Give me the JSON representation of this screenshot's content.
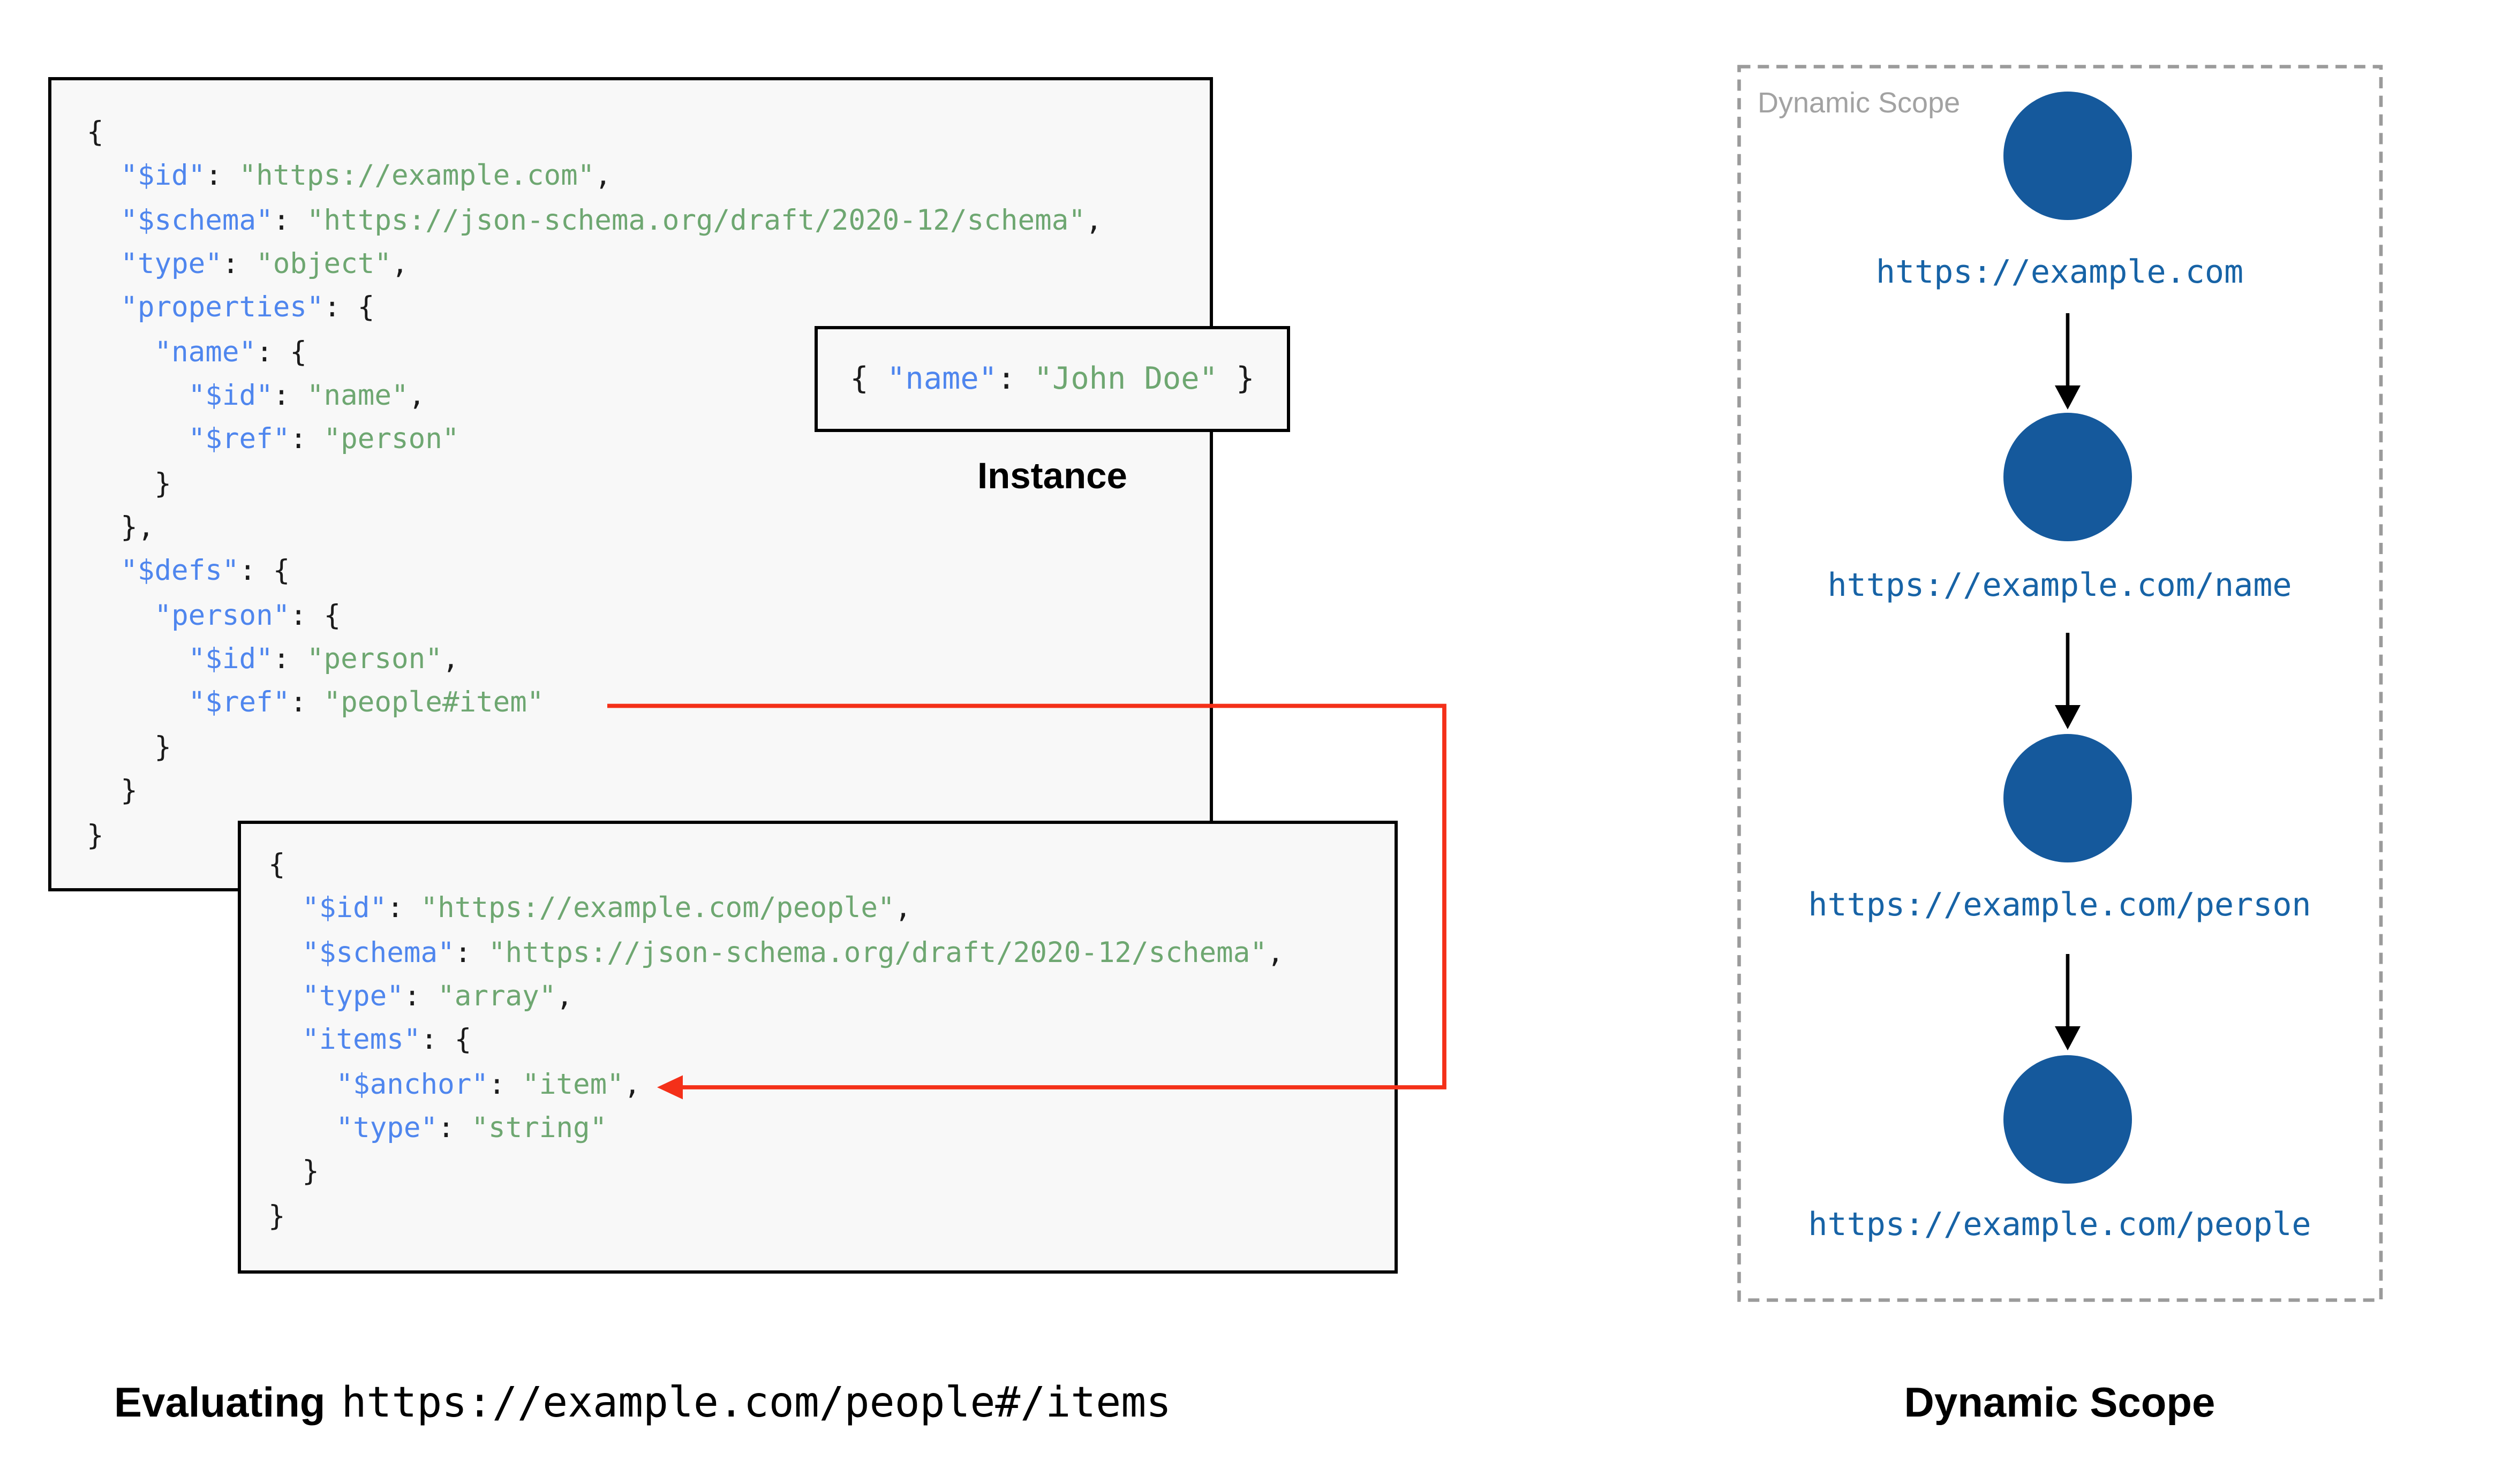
{
  "palette": {
    "key_blue": "#4f86ee",
    "string_green": "#6ea771",
    "code_black": "#1b1b1b",
    "arrow_red": "#f43019",
    "node_blue": "#15599c",
    "url_blue": "#1763a6",
    "panel_dash_gray": "#9b9b9b",
    "panel_label_gray": "#a2a2a2",
    "box_bg": "#f8f8f8",
    "border_black": "#000000"
  },
  "schema1": {
    "lines": [
      [
        [
          "p",
          "{"
        ]
      ],
      [
        [
          "p",
          "  "
        ],
        [
          "k",
          "\"$id\""
        ],
        [
          "p",
          ": "
        ],
        [
          "s",
          "\"https://example.com\""
        ],
        [
          "p",
          ","
        ]
      ],
      [
        [
          "p",
          "  "
        ],
        [
          "k",
          "\"$schema\""
        ],
        [
          "p",
          ": "
        ],
        [
          "s",
          "\"https://json-schema.org/draft/2020-12/schema\""
        ],
        [
          "p",
          ","
        ]
      ],
      [
        [
          "p",
          "  "
        ],
        [
          "k",
          "\"type\""
        ],
        [
          "p",
          ": "
        ],
        [
          "s",
          "\"object\""
        ],
        [
          "p",
          ","
        ]
      ],
      [
        [
          "p",
          "  "
        ],
        [
          "k",
          "\"properties\""
        ],
        [
          "p",
          ": {"
        ]
      ],
      [
        [
          "p",
          "    "
        ],
        [
          "k",
          "\"name\""
        ],
        [
          "p",
          ": {"
        ]
      ],
      [
        [
          "p",
          "      "
        ],
        [
          "k",
          "\"$id\""
        ],
        [
          "p",
          ": "
        ],
        [
          "s",
          "\"name\""
        ],
        [
          "p",
          ","
        ]
      ],
      [
        [
          "p",
          "      "
        ],
        [
          "k",
          "\"$ref\""
        ],
        [
          "p",
          ": "
        ],
        [
          "s",
          "\"person\""
        ]
      ],
      [
        [
          "p",
          "    }"
        ]
      ],
      [
        [
          "p",
          "  },"
        ]
      ],
      [
        [
          "p",
          "  "
        ],
        [
          "k",
          "\"$defs\""
        ],
        [
          "p",
          ": {"
        ]
      ],
      [
        [
          "p",
          "    "
        ],
        [
          "k",
          "\"person\""
        ],
        [
          "p",
          ": {"
        ]
      ],
      [
        [
          "p",
          "      "
        ],
        [
          "k",
          "\"$id\""
        ],
        [
          "p",
          ": "
        ],
        [
          "s",
          "\"person\""
        ],
        [
          "p",
          ","
        ]
      ],
      [
        [
          "p",
          "      "
        ],
        [
          "k",
          "\"$ref\""
        ],
        [
          "p",
          ": "
        ],
        [
          "s",
          "\"people#item\""
        ]
      ],
      [
        [
          "p",
          "    }"
        ]
      ],
      [
        [
          "p",
          "  }"
        ]
      ],
      [
        [
          "p",
          "}"
        ]
      ]
    ]
  },
  "schema2": {
    "lines": [
      [
        [
          "p",
          "{"
        ]
      ],
      [
        [
          "p",
          "  "
        ],
        [
          "k",
          "\"$id\""
        ],
        [
          "p",
          ": "
        ],
        [
          "s",
          "\"https://example.com/people\""
        ],
        [
          "p",
          ","
        ]
      ],
      [
        [
          "p",
          "  "
        ],
        [
          "k",
          "\"$schema\""
        ],
        [
          "p",
          ": "
        ],
        [
          "s",
          "\"https://json-schema.org/draft/2020-12/schema\""
        ],
        [
          "p",
          ","
        ]
      ],
      [
        [
          "p",
          "  "
        ],
        [
          "k",
          "\"type\""
        ],
        [
          "p",
          ": "
        ],
        [
          "s",
          "\"array\""
        ],
        [
          "p",
          ","
        ]
      ],
      [
        [
          "p",
          "  "
        ],
        [
          "k",
          "\"items\""
        ],
        [
          "p",
          ": {"
        ]
      ],
      [
        [
          "p",
          "    "
        ],
        [
          "k",
          "\"$anchor\""
        ],
        [
          "p",
          ": "
        ],
        [
          "s",
          "\"item\""
        ],
        [
          "p",
          ","
        ]
      ],
      [
        [
          "p",
          "    "
        ],
        [
          "k",
          "\"type\""
        ],
        [
          "p",
          ": "
        ],
        [
          "s",
          "\"string\""
        ]
      ],
      [
        [
          "p",
          "  }"
        ]
      ],
      [
        [
          "p",
          "}"
        ]
      ]
    ]
  },
  "instance": {
    "label": "Instance",
    "lines": [
      [
        [
          "p",
          "{ "
        ],
        [
          "k",
          "\"name\""
        ],
        [
          "p",
          ": "
        ],
        [
          "s",
          "\"John Doe\""
        ],
        [
          "p",
          " }"
        ]
      ]
    ]
  },
  "scope": {
    "panel_label": "Dynamic Scope",
    "caption": "Dynamic Scope",
    "nodes": [
      {
        "url": "https://example.com"
      },
      {
        "url": "https://example.com/name"
      },
      {
        "url": "https://example.com/person"
      },
      {
        "url": "https://example.com/people"
      }
    ]
  },
  "caption": {
    "bold": "Evaluating",
    "code": "https://example.com/people#/items"
  }
}
